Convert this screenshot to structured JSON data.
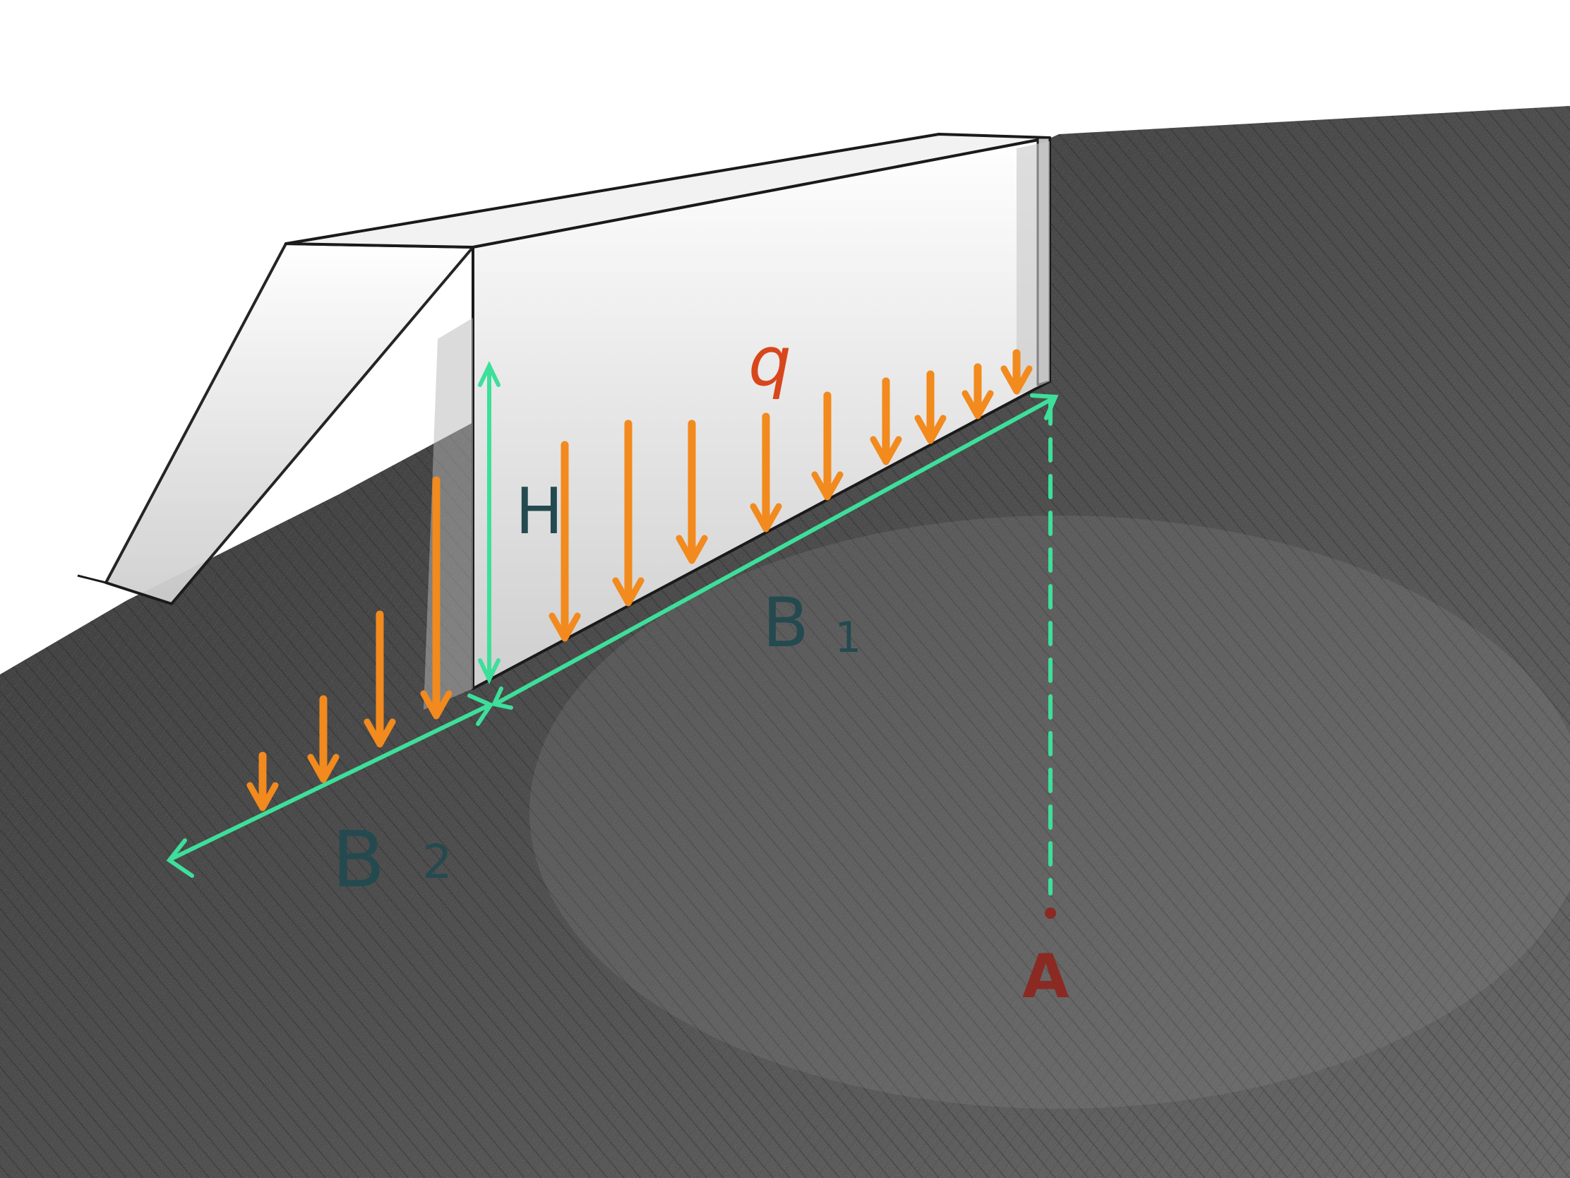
{
  "labels": {
    "q": "q",
    "H": "H",
    "B1": "B",
    "B1_sub": "1",
    "B2": "B",
    "B2_sub": "2",
    "A": "A"
  },
  "colors": {
    "ground_dark": "#1c1c1c",
    "ground_light": "#6a6a6a",
    "outline": "#1a1a1a",
    "block_shade": "#d9d9d9",
    "load_arrow": "#f28a1e",
    "dimension": "#3ddf9a",
    "label_dark": "#244a4f",
    "label_q": "#d8461c",
    "point_A": "#8a2a23"
  },
  "icons": {
    "load_arrows": "arrow-down-icon",
    "dimension_arrows": "double-headed-arrow-icon"
  }
}
